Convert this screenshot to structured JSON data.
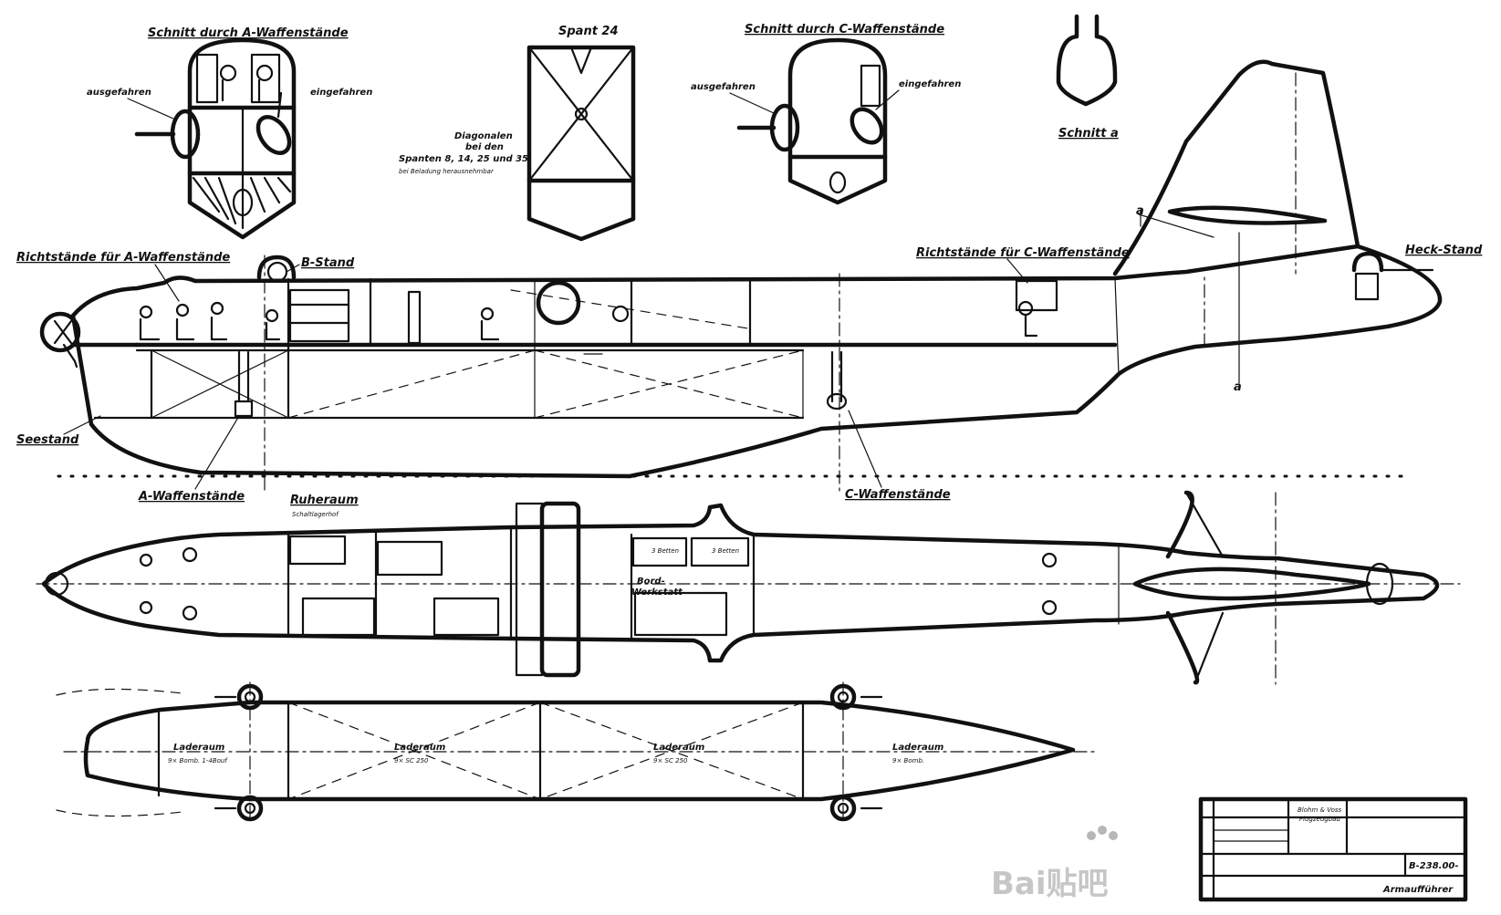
{
  "labels": {
    "section_a_weapons": "Schnitt durch A-Waffenstände",
    "extended_left": "ausgefahren",
    "retracted_left": "eingefahren",
    "frame_24": "Spant 24",
    "diagonals_1": "Diagonalen",
    "diagonals_2": "bei den",
    "diagonals_3": "Spanten 8, 14, 25 und 35",
    "diagonals_4": "bei Beladung herausnehmbar",
    "section_c_weapons": "Schnitt durch C-Waffenstände",
    "extended_right": "ausgefahren",
    "retracted_right": "eingefahren",
    "section_a": "Schnitt a",
    "aiming_a": "Richtstände für A-Waffenstände",
    "b_stand": "B-Stand",
    "aiming_c": "Richtstände für C-Waffenstände",
    "tail_stand": "Heck-Stand",
    "sea_stand": "Seestand",
    "a_weapons": "A-Waffenstände",
    "c_weapons": "C-Waffenstände",
    "rest_room_1": "Ruheraum",
    "rest_room_2": "Schaltlagerhof",
    "marker_a_top": "a",
    "marker_a_bottom": "a",
    "onboard_workshop_1": "Bord-",
    "onboard_workshop_2": "Werkstatt",
    "beds_1": "3 Betten",
    "beds_2": "3 Betten",
    "hold_left": "Laderaum",
    "hold_left_sub": "9× Bomb. 1-4Bouf",
    "hold_mid_left": "Laderaum",
    "hold_mid_left_sub": "9× SC 250",
    "hold_mid_right": "Laderaum",
    "hold_mid_right_sub": "9× SC 250",
    "hold_right": "Laderaum",
    "hold_right_sub": "9× Bomb.",
    "tb_company_1": "Blohm & Voss",
    "tb_company_2": "Flugzeugbau",
    "tb_number": "B-238.00-",
    "tb_title": "Armaufführer",
    "watermark": "Bai贴吧"
  }
}
